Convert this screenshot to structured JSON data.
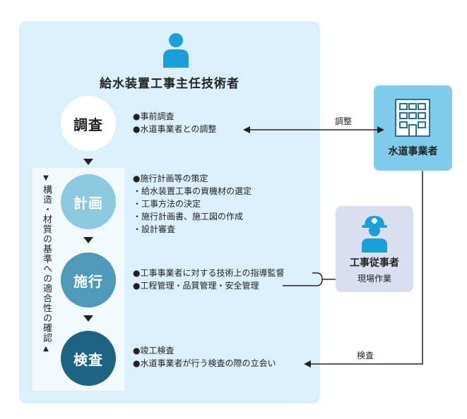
{
  "panel": {
    "title": "給水装置工事主任技術者"
  },
  "side_note": {
    "text": "構造・材質の基準への適合性の確認"
  },
  "stages": [
    {
      "label": "調査",
      "items": [
        "●事前調査",
        "●水道事業者との調整"
      ]
    },
    {
      "label": "計画",
      "items": [
        "●施行計画等の策定",
        "・給水装置工事の資機材の選定",
        "・工事方法の決定",
        "・施行計画書、施工図の作成",
        "・設計審査"
      ]
    },
    {
      "label": "施行",
      "items": [
        "●工事事業者に対する技術上の指導監督",
        "●工程管理・品質管理・安全管理"
      ]
    },
    {
      "label": "検査",
      "items": [
        "●竣工検査",
        "●水道事業者が行う検査の際の立会い"
      ]
    }
  ],
  "water_utility": {
    "label": "水道事業者"
  },
  "worker": {
    "label": "工事従事者",
    "sub_label": "現場作業"
  },
  "connections": {
    "coordination": "調整",
    "inspection": "検査"
  },
  "colors": {
    "panel_bg": "#dbf0fb",
    "stage_plan": "#8dc8df",
    "stage_construct": "#4f9ab9",
    "stage_inspect": "#1f6383",
    "person_icon": "#1a9fd8",
    "org_box": "#7fcbec",
    "worker_box": "#d9dff0"
  },
  "icons": {
    "supervisor": "person-icon",
    "utility": "building-icon",
    "worker": "worker-helmet-icon"
  }
}
